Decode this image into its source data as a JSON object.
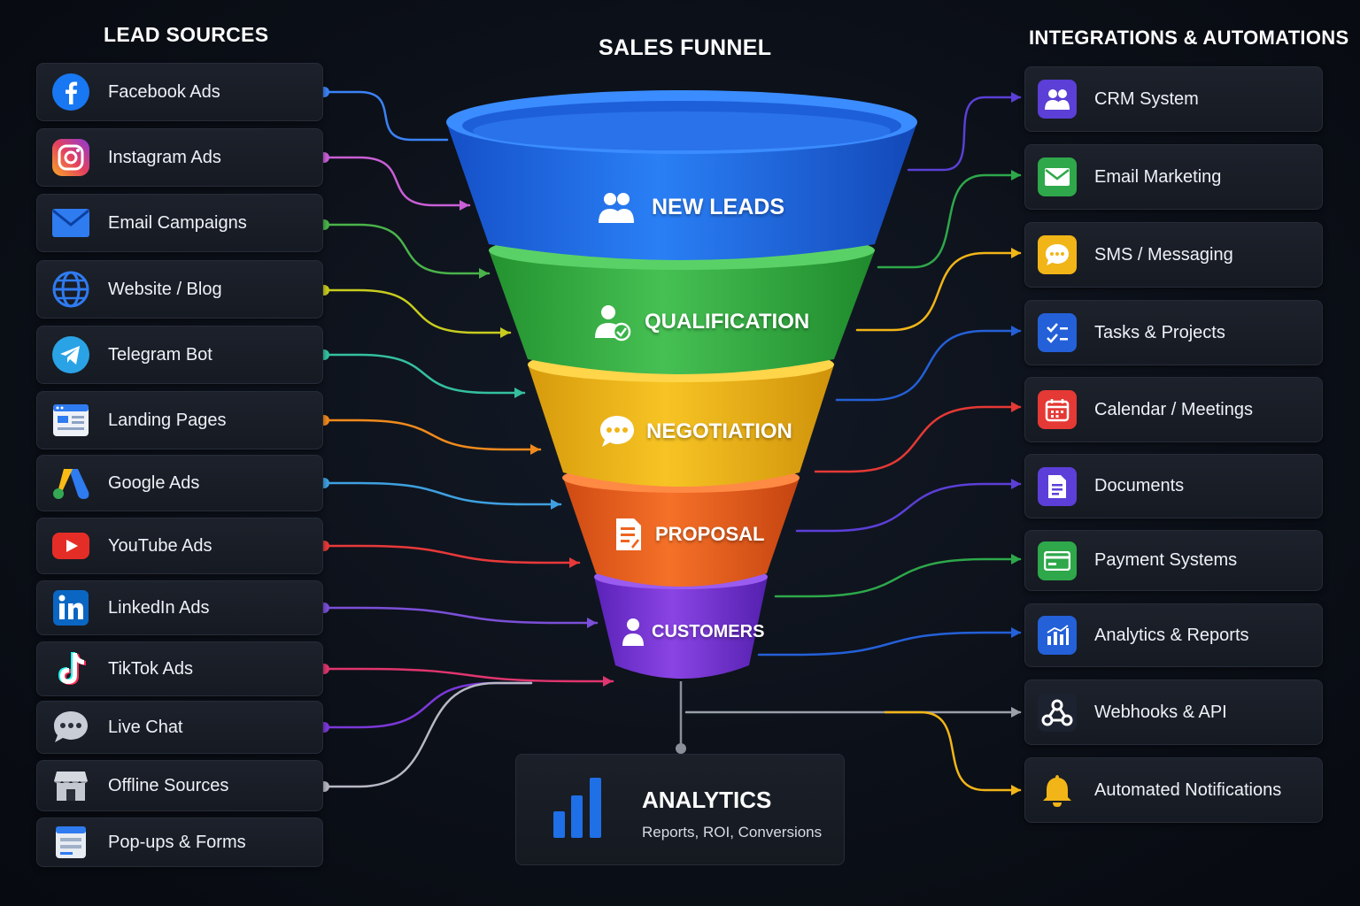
{
  "headings": {
    "lead_sources": "LEAD SOURCES",
    "sales_funnel": "SALES FUNNEL",
    "integrations": "INTEGRATIONS & AUTOMATIONS"
  },
  "lead_sources": [
    {
      "label": "Facebook Ads",
      "icon": "facebook-icon",
      "color": "#3b82f6"
    },
    {
      "label": "Instagram Ads",
      "icon": "instagram-icon",
      "color": "#c95fd6"
    },
    {
      "label": "Email Campaigns",
      "icon": "mail-icon",
      "color": "#4ab34a"
    },
    {
      "label": "Website / Blog",
      "icon": "globe-icon",
      "color": "#c8cc1e"
    },
    {
      "label": "Telegram Bot",
      "icon": "telegram-icon",
      "color": "#34c0a0"
    },
    {
      "label": "Landing Pages",
      "icon": "landing-page-icon",
      "color": "#f08a1c"
    },
    {
      "label": "Google Ads",
      "icon": "google-ads-icon",
      "color": "#3ea0e0"
    },
    {
      "label": "YouTube Ads",
      "icon": "youtube-icon",
      "color": "#e8393a"
    },
    {
      "label": "LinkedIn Ads",
      "icon": "linkedin-icon",
      "color": "#7b4fd8"
    },
    {
      "label": "TikTok Ads",
      "icon": "tiktok-icon",
      "color": "#e0356e"
    },
    {
      "label": "Live Chat",
      "icon": "chat-bubble-icon",
      "color": "#7b38d8"
    },
    {
      "label": "Offline Sources",
      "icon": "store-icon",
      "color": "#b8b8c4"
    },
    {
      "label": "Pop-ups & Forms",
      "icon": "form-icon",
      "color": "#b8b8c4"
    }
  ],
  "funnel_stages": [
    {
      "label": "NEW LEADS",
      "icon": "users-icon",
      "color": "#1f6fe6"
    },
    {
      "label": "QUALIFICATION",
      "icon": "user-check-icon",
      "color": "#39b34a"
    },
    {
      "label": "NEGOTIATION",
      "icon": "chat-icon",
      "color": "#f2b517"
    },
    {
      "label": "PROPOSAL",
      "icon": "document-icon",
      "color": "#ee6420"
    },
    {
      "label": "CUSTOMERS",
      "icon": "user-icon",
      "color": "#7a34d4"
    }
  ],
  "integrations": [
    {
      "label": "CRM System",
      "icon": "crm-icon",
      "color": "#5b3fd6"
    },
    {
      "label": "Email Marketing",
      "icon": "mail-icon",
      "color": "#2ea84a"
    },
    {
      "label": "SMS / Messaging",
      "icon": "sms-icon",
      "color": "#f2b517"
    },
    {
      "label": "Tasks & Projects",
      "icon": "tasks-icon",
      "color": "#2460d8"
    },
    {
      "label": "Calendar / Meetings",
      "icon": "calendar-icon",
      "color": "#e53935"
    },
    {
      "label": "Documents",
      "icon": "document-icon",
      "color": "#5c3fd8"
    },
    {
      "label": "Payment Systems",
      "icon": "payment-card-icon",
      "color": "#2ea84a"
    },
    {
      "label": "Analytics & Reports",
      "icon": "bar-chart-icon",
      "color": "#2460d8"
    },
    {
      "label": "Webhooks & API",
      "icon": "webhook-icon",
      "color": "#ffffff"
    },
    {
      "label": "Automated Notifications",
      "icon": "bell-icon",
      "color": "#f2b517"
    }
  ],
  "analytics": {
    "title": "ANALYTICS",
    "subtitle": "Reports, ROI, Conversions",
    "icon": "bar-chart-icon",
    "color": "#1f6fe6"
  }
}
